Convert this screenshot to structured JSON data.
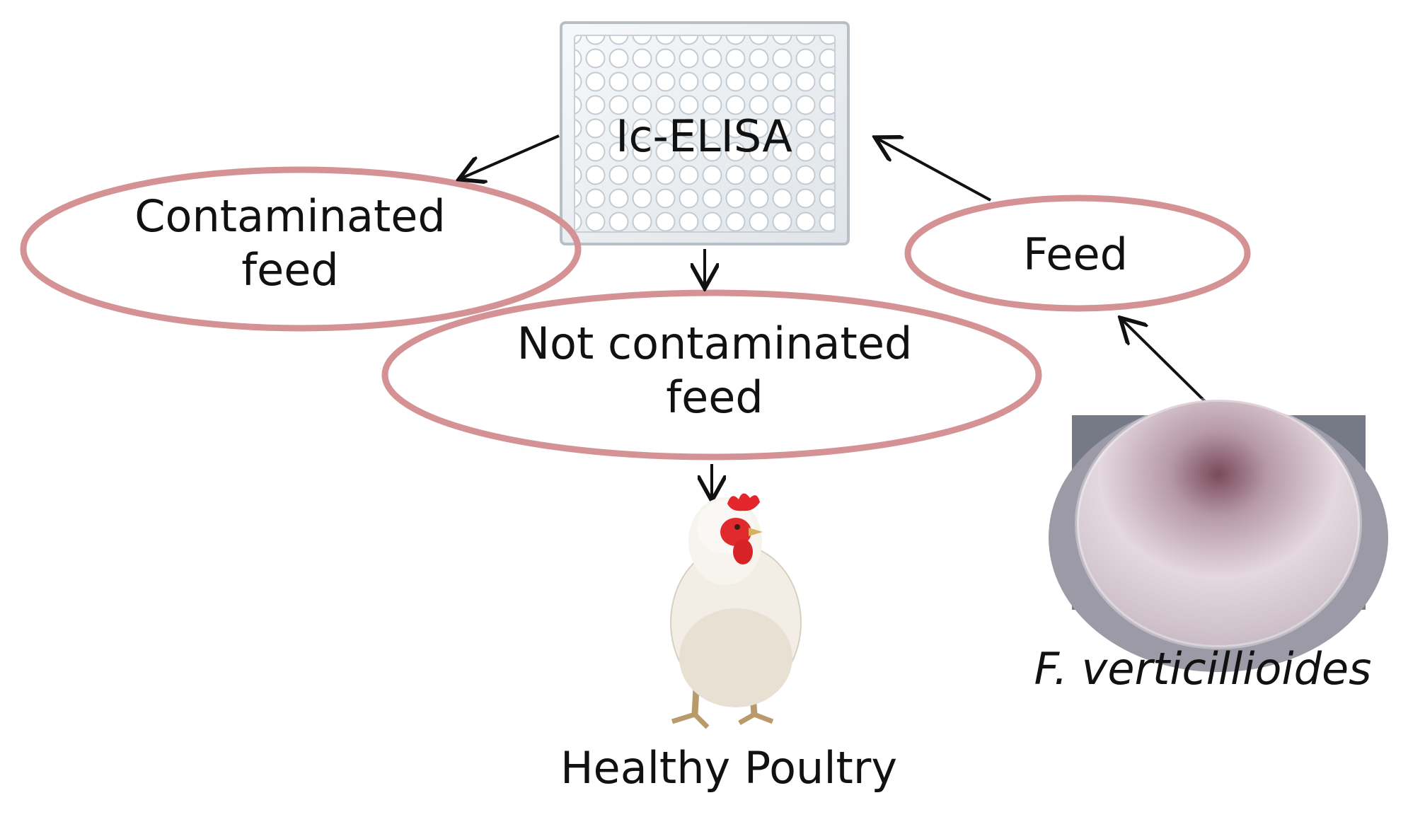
{
  "nodes": {
    "elisa": "Ic-ELISA",
    "contaminated": [
      "Contaminated",
      "feed"
    ],
    "not_contaminated": [
      "Not contaminated",
      "feed"
    ],
    "feed": "Feed",
    "poultry": "Healthy Poultry",
    "fungus": "F. verticillioides"
  },
  "colors": {
    "ellipse_stroke": "#d49294",
    "arrow": "#111111"
  },
  "icons": [
    "microplate-image",
    "chicken-image",
    "petri-dish-fungus-image"
  ]
}
